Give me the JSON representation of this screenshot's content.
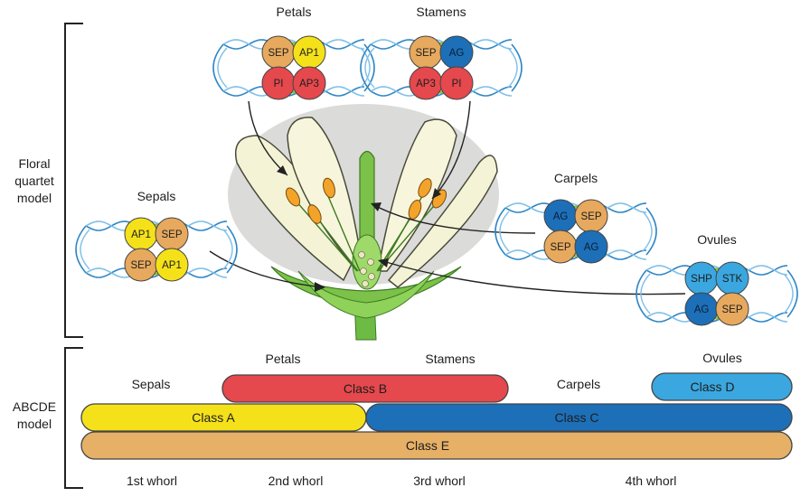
{
  "floral_quartet": {
    "bracket_label_lines": [
      "Floral",
      "quartet",
      "model"
    ],
    "quartets": [
      {
        "id": "sepals",
        "title": "Sepals",
        "proteins": [
          {
            "name": "AP1",
            "color": "#f5e11a"
          },
          {
            "name": "SEP",
            "color": "#e6a95e"
          },
          {
            "name": "SEP",
            "color": "#e6a95e"
          },
          {
            "name": "AP1",
            "color": "#f5e11a"
          }
        ]
      },
      {
        "id": "petals",
        "title": "Petals",
        "proteins": [
          {
            "name": "SEP",
            "color": "#e6a95e"
          },
          {
            "name": "AP1",
            "color": "#f5e11a"
          },
          {
            "name": "PI",
            "color": "#e5484d"
          },
          {
            "name": "AP3",
            "color": "#e5484d"
          }
        ]
      },
      {
        "id": "stamens",
        "title": "Stamens",
        "proteins": [
          {
            "name": "SEP",
            "color": "#e6a95e"
          },
          {
            "name": "AG",
            "color": "#1d6fb8"
          },
          {
            "name": "AP3",
            "color": "#e5484d"
          },
          {
            "name": "PI",
            "color": "#e5484d"
          }
        ]
      },
      {
        "id": "carpels",
        "title": "Carpels",
        "proteins": [
          {
            "name": "AG",
            "color": "#1d6fb8"
          },
          {
            "name": "SEP",
            "color": "#e6a95e"
          },
          {
            "name": "SEP",
            "color": "#e6a95e"
          },
          {
            "name": "AG",
            "color": "#1d6fb8"
          }
        ]
      },
      {
        "id": "ovules",
        "title": "Ovules",
        "proteins": [
          {
            "name": "SHP",
            "color": "#3aa7e0"
          },
          {
            "name": "STK",
            "color": "#3aa7e0"
          },
          {
            "name": "AG",
            "color": "#1d6fb8"
          },
          {
            "name": "SEP",
            "color": "#e6a95e"
          }
        ]
      }
    ]
  },
  "abcde": {
    "bracket_label_lines": [
      "ABCDE",
      "model"
    ],
    "organ_labels": [
      "Sepals",
      "Petals",
      "Stamens",
      "Carpels",
      "Ovules"
    ],
    "classes": [
      {
        "id": "class-b",
        "label": "Class B",
        "color": "#e5484d"
      },
      {
        "id": "class-d",
        "label": "Class D",
        "color": "#3aa7e0"
      },
      {
        "id": "class-a",
        "label": "Class A",
        "color": "#f5e11a"
      },
      {
        "id": "class-c",
        "label": "Class C",
        "color": "#1d6fb8"
      },
      {
        "id": "class-e",
        "label": "Class E",
        "color": "#e6b066"
      }
    ],
    "whorls": [
      "1st whorl",
      "2nd whorl",
      "3rd whorl",
      "4th whorl"
    ]
  }
}
